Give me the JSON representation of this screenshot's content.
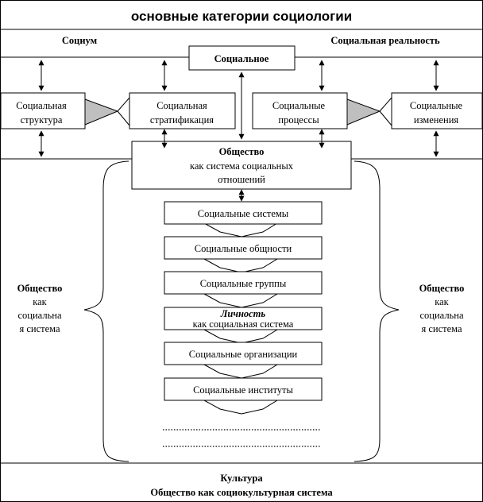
{
  "title": "основные категории социологии",
  "socium": "Социум",
  "social_reality": "Социальная реальность",
  "social": "Социальное",
  "social_structure": [
    "Социальная",
    "структура"
  ],
  "social_stratification": [
    "Социальная",
    "стратификация"
  ],
  "social_processes": [
    "Социальные",
    "процессы"
  ],
  "social_changes": [
    "Социальные",
    "изменения"
  ],
  "society_relations": {
    "heading": "Общество",
    "line1": "как система социальных",
    "line2": "отношений"
  },
  "chain": [
    "Социальные системы",
    "Социальные общности",
    "Социальные группы",
    "Личность",
    "как социальная система",
    "Социальные организации",
    "Социальные институты"
  ],
  "society_side": {
    "heading": "Общество",
    "lines": [
      "как",
      "социальна",
      "я система"
    ]
  },
  "culture": {
    "heading": "Культура",
    "subtitle": "Общество как социокультурная система"
  }
}
